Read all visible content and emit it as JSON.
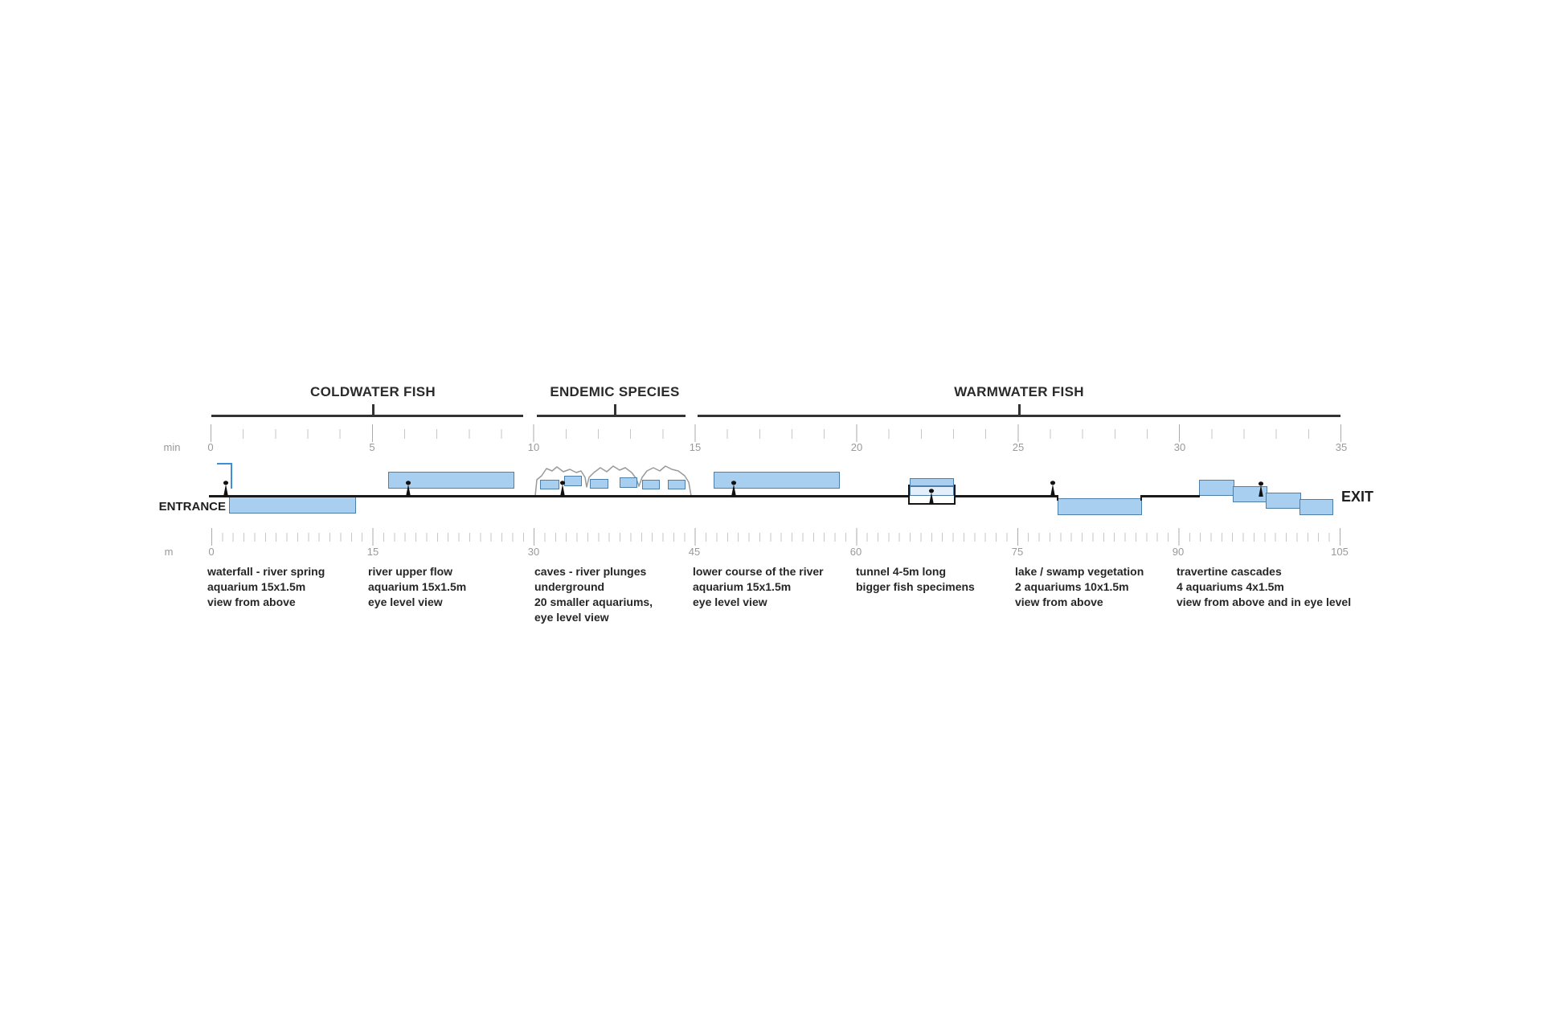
{
  "title_sections": [
    {
      "label": "COLDWATER FISH"
    },
    {
      "label": "ENDEMIC SPECIES"
    },
    {
      "label": "WARMWATER FISH"
    }
  ],
  "rulers": {
    "minutes": {
      "unit": "min",
      "labels": [
        "0",
        "5",
        "10",
        "15",
        "20",
        "25",
        "30",
        "35"
      ]
    },
    "meters": {
      "unit": "m",
      "labels": [
        "0",
        "15",
        "30",
        "45",
        "60",
        "75",
        "90",
        "105"
      ]
    }
  },
  "endpoints": {
    "entrance": "ENTRANCE",
    "exit": "EXIT"
  },
  "stations": [
    {
      "name": "waterfall-river-spring",
      "description": "waterfall - river spring\naquarium 15x1.5m\nview from above"
    },
    {
      "name": "river-upper-flow",
      "description": "river upper flow\naquarium 15x1.5m\neye level view"
    },
    {
      "name": "caves",
      "description": "caves - river plunges\nunderground\n20 smaller aquariums,\neye level view"
    },
    {
      "name": "lower-course-of-the-river",
      "description": "lower course of the river\naquarium 15x1.5m\neye level view"
    },
    {
      "name": "tunnel",
      "description": "tunnel 4-5m long\nbigger fish specimens"
    },
    {
      "name": "lake-swamp-vegetation",
      "description": "lake / swamp vegetation\n2 aquariums 10x1.5m\nview from above"
    },
    {
      "name": "travertine-cascades",
      "description": "travertine cascades\n4 aquariums 4x1.5m\nview from above and in eye level"
    }
  ],
  "colors": {
    "aquarium_fill": "#A8CEF0",
    "aquarium_border": "#4E7FA8",
    "waterfall_blue": "#3F8FD8",
    "path_line": "#1A1A1A",
    "cave_outline": "#9A9A9A",
    "tick_minor": "#C6C6C6",
    "tick_major": "#ABABAB",
    "ruler_text": "#999999",
    "text_dark": "#262626"
  }
}
